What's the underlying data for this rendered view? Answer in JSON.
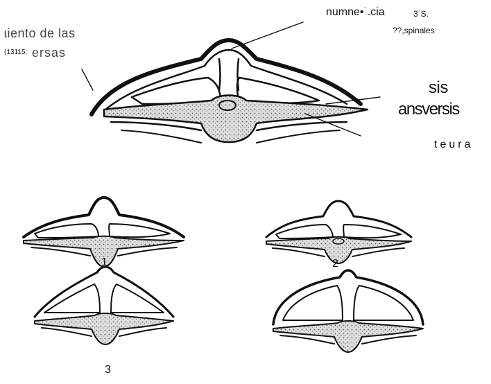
{
  "labels": {
    "numnecia": "numne•˙.cia",
    "ts": "3˙S.",
    "spinales": "??,spinales",
    "miento": "ɩiento de las",
    "ref": "(13115;",
    "ersas": "ersas",
    "sis": "sis",
    "ansversis": "ansversis",
    "teura": "teura"
  },
  "figures": [
    {
      "number": "1"
    },
    {
      "number": "2"
    },
    {
      "number": "3"
    },
    {
      "number": ""
    }
  ],
  "colors": {
    "ink": "#111111",
    "stipple": "#cfcfcf",
    "background": "#ffffff"
  }
}
